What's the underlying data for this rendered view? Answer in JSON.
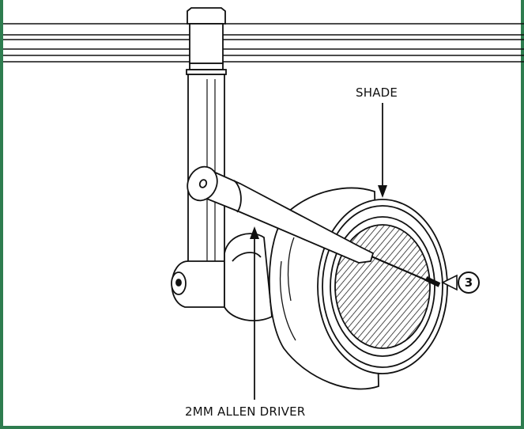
{
  "labels": {
    "shade": "SHADE",
    "driver": "2MM ALLEN DRIVER",
    "callout": "3"
  },
  "colors": {
    "frame": "#2e7d4f",
    "line": "#111111"
  }
}
